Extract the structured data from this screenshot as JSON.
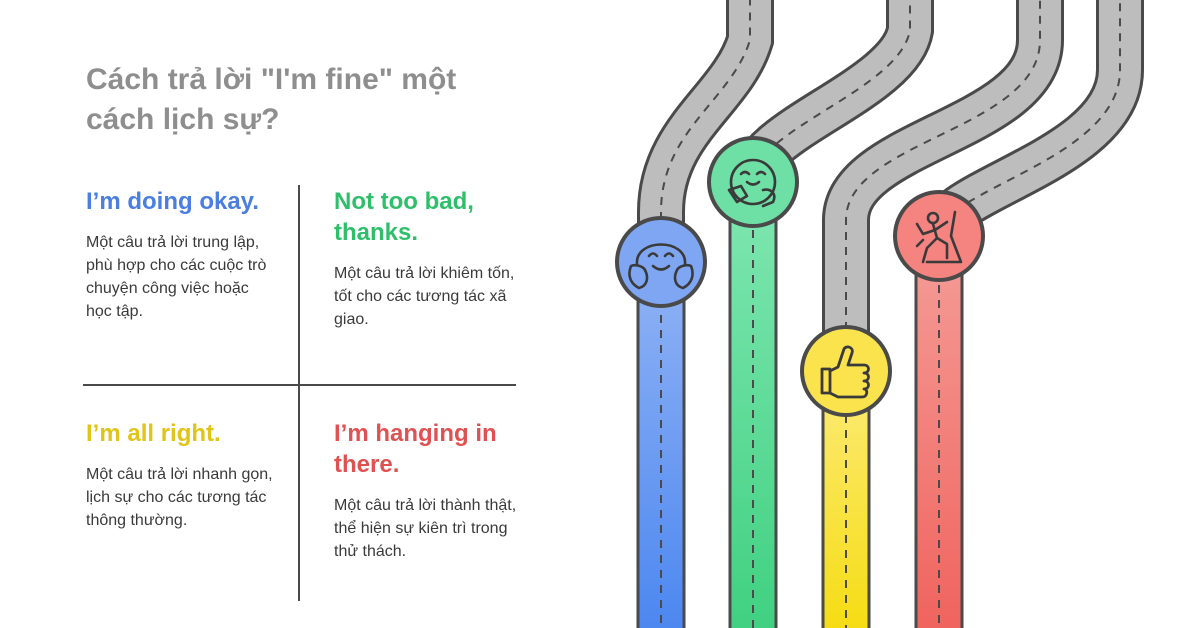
{
  "title": "Cách trả lời \"I'm fine\" một cách lịch sự?",
  "options": [
    {
      "heading": "I’m doing okay.",
      "description": "Một câu trả lời trung lập, phù hợp cho các cuộc trò chuyện công việc hoặc học tập.",
      "color": "#4a7fe0",
      "icon": "happy-face-icon"
    },
    {
      "heading": "Not too bad, thanks.",
      "description": "Một câu trả lời khiêm tốn, tốt cho các tương tác xã giao.",
      "color": "#2fbf6a",
      "icon": "calm-face-icon"
    },
    {
      "heading": "I’m all right.",
      "description": "Một câu trả lời nhanh gọn, lịch sự cho các tương tác thông thường.",
      "color": "#e0c418",
      "icon": "thumbs-up-icon"
    },
    {
      "heading": "I’m hanging in there.",
      "description": "Một câu trả lời thành thật, thể hiện sự kiên trì trong thử thách.",
      "color": "#e05252",
      "icon": "climber-icon"
    }
  ],
  "road_colors": {
    "blue": "#6f9bf2",
    "green": "#5ed99a",
    "yellow": "#fbe24a",
    "red": "#f27e7a",
    "gray": "#bdbdbd",
    "outline": "#4a4a4a"
  }
}
